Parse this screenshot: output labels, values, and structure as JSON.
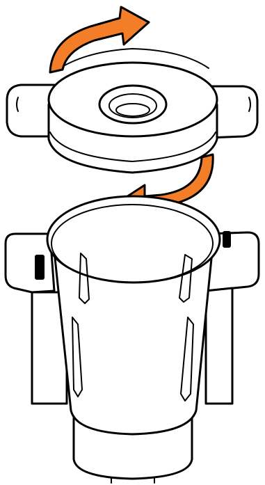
{
  "figure": {
    "subject": "",
    "colors": {
      "outline": "#000000",
      "fill": "#ffffff",
      "arrow": "#F47E27"
    },
    "arrows": [
      {
        "name": "rotate-lid-arrow",
        "direction": "clockwise"
      },
      {
        "name": "rotate-jug-arrow",
        "direction": "counter-clockwise"
      }
    ]
  }
}
